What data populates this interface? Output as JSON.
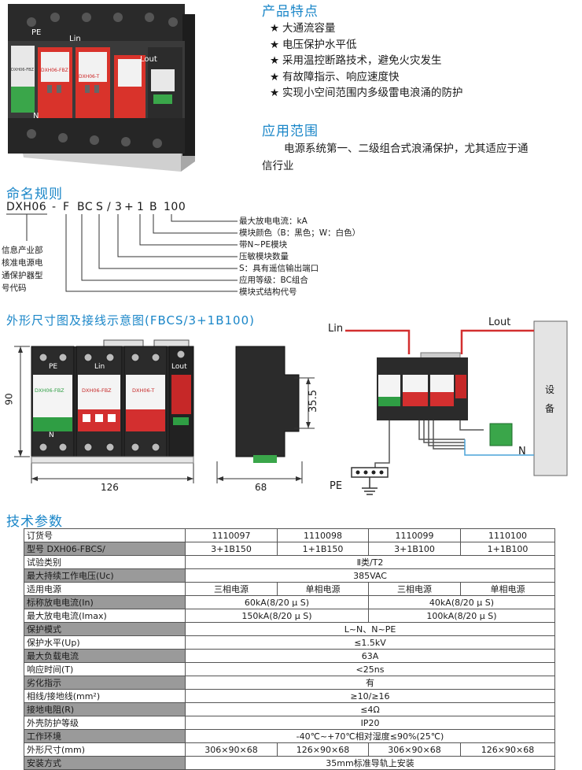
{
  "photo": {
    "pe": "PE",
    "lin": "Lin",
    "lout": "Lout",
    "n": "N",
    "mod1": "DXH06-FBZ",
    "mod2": "DXH06-FBZ",
    "mod3": "DXH06-T"
  },
  "features": {
    "title": "产品特点",
    "items": [
      "大通流容量",
      "电压保护水平低",
      "采用温控断路技术，避免火灾发生",
      "有故障指示、响应速度快",
      "实现小空间范围内多级雷电浪涌的防护"
    ]
  },
  "application": {
    "title": "应用范围",
    "text1": "电源系统第一、二级组合式浪涌保护，尤其适应于通",
    "text2": "信行业"
  },
  "naming": {
    "title": "命名规则",
    "code_parts": [
      "DXH06",
      "-",
      "F",
      "BC",
      "S",
      "/",
      "3",
      "+",
      "1",
      "B",
      "100"
    ],
    "left_label": [
      "信息产业部",
      "核准电源电",
      "通保护器型",
      "号代码"
    ],
    "labels": [
      "最大放电电流：kA",
      "模块颜色（B：黑色；W：白色）",
      "带N~PE模块",
      "压敏模块数量",
      "S：具有遥信输出端口",
      "应用等级：BC组合",
      "模块式结构代号"
    ]
  },
  "diagram": {
    "title": "外形尺寸图及接线示意图(FBCS/3+1B100)",
    "front": {
      "pe": "PE",
      "lin": "Lin",
      "lout": "Lout",
      "n": "N",
      "m1": "DXH06-FBZ",
      "m2": "DXH06-FBZ",
      "m3": "DXH06-T",
      "height": "90",
      "width": "126"
    },
    "side": {
      "depth": "68",
      "rail": "35.5"
    },
    "wiring": {
      "lin": "Lin",
      "lout": "Lout",
      "n": "N",
      "pe": "PE",
      "equip": [
        "设",
        "备"
      ]
    }
  },
  "tech": {
    "title": "技术参数",
    "rows": [
      {
        "label": "订货号",
        "shade": "w",
        "cells": [
          "1110097",
          "1110098",
          "1110099",
          "1110100"
        ]
      },
      {
        "label": "型号  DXH06-FBCS/",
        "shade": "g",
        "cells": [
          "3+1B150",
          "1+1B150",
          "3+1B100",
          "1+1B100"
        ]
      },
      {
        "label": "试验类别",
        "shade": "w",
        "span": "Ⅱ类/T2"
      },
      {
        "label": "最大持续工作电压(Uc)",
        "shade": "g",
        "span": "385VAC"
      },
      {
        "label": "适用电源",
        "shade": "w",
        "cells": [
          "三相电源",
          "单相电源",
          "三相电源",
          "单相电源"
        ]
      },
      {
        "label": "标称放电电流(In)",
        "shade": "g",
        "pair": [
          "60kA(8/20 μ S)",
          "40kA(8/20 μ S)"
        ]
      },
      {
        "label": "最大放电电流(Imax)",
        "shade": "w",
        "pair": [
          "150kA(8/20 μ S)",
          "100kA(8/20 μ S)"
        ]
      },
      {
        "label": "保护模式",
        "shade": "g",
        "span": "L~N、N~PE"
      },
      {
        "label": "保护水平(Up)",
        "shade": "w",
        "span": "≤1.5kV"
      },
      {
        "label": "最大负载电流",
        "shade": "g",
        "span": "63A"
      },
      {
        "label": "响应时间(T)",
        "shade": "w",
        "span": "<25ns"
      },
      {
        "label": "劣化指示",
        "shade": "g",
        "span": "有"
      },
      {
        "label": "相线/接地线(mm²)",
        "shade": "w",
        "span": "≥10/≥16"
      },
      {
        "label": "接地电阻(R)",
        "shade": "g",
        "span": "≤4Ω"
      },
      {
        "label": "外壳防护等级",
        "shade": "w",
        "span": "IP20"
      },
      {
        "label": "工作环境",
        "shade": "g",
        "span": "-40℃~+70℃相对湿度≤90%(25℃)"
      },
      {
        "label": "外形尺寸(mm)",
        "shade": "w",
        "cells": [
          "306×90×68",
          "126×90×68",
          "306×90×68",
          "126×90×68"
        ]
      },
      {
        "label": "安装方式",
        "shade": "g",
        "span": "35mm标准导轨上安装"
      }
    ]
  }
}
